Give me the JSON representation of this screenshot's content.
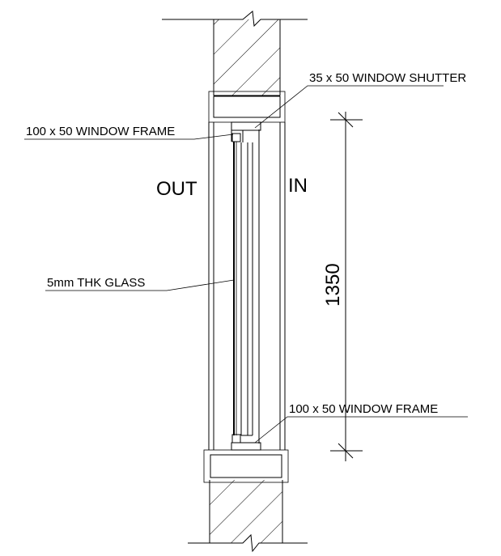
{
  "labels": {
    "shutter": "35 x 50 WINDOW SHUTTER",
    "frame_top": "100 x 50 WINDOW FRAME",
    "glass": "5mm THK GLASS",
    "frame_bottom": "100 x 50 WINDOW FRAME",
    "out": "OUT",
    "in": "IN",
    "dimension": "1350"
  }
}
